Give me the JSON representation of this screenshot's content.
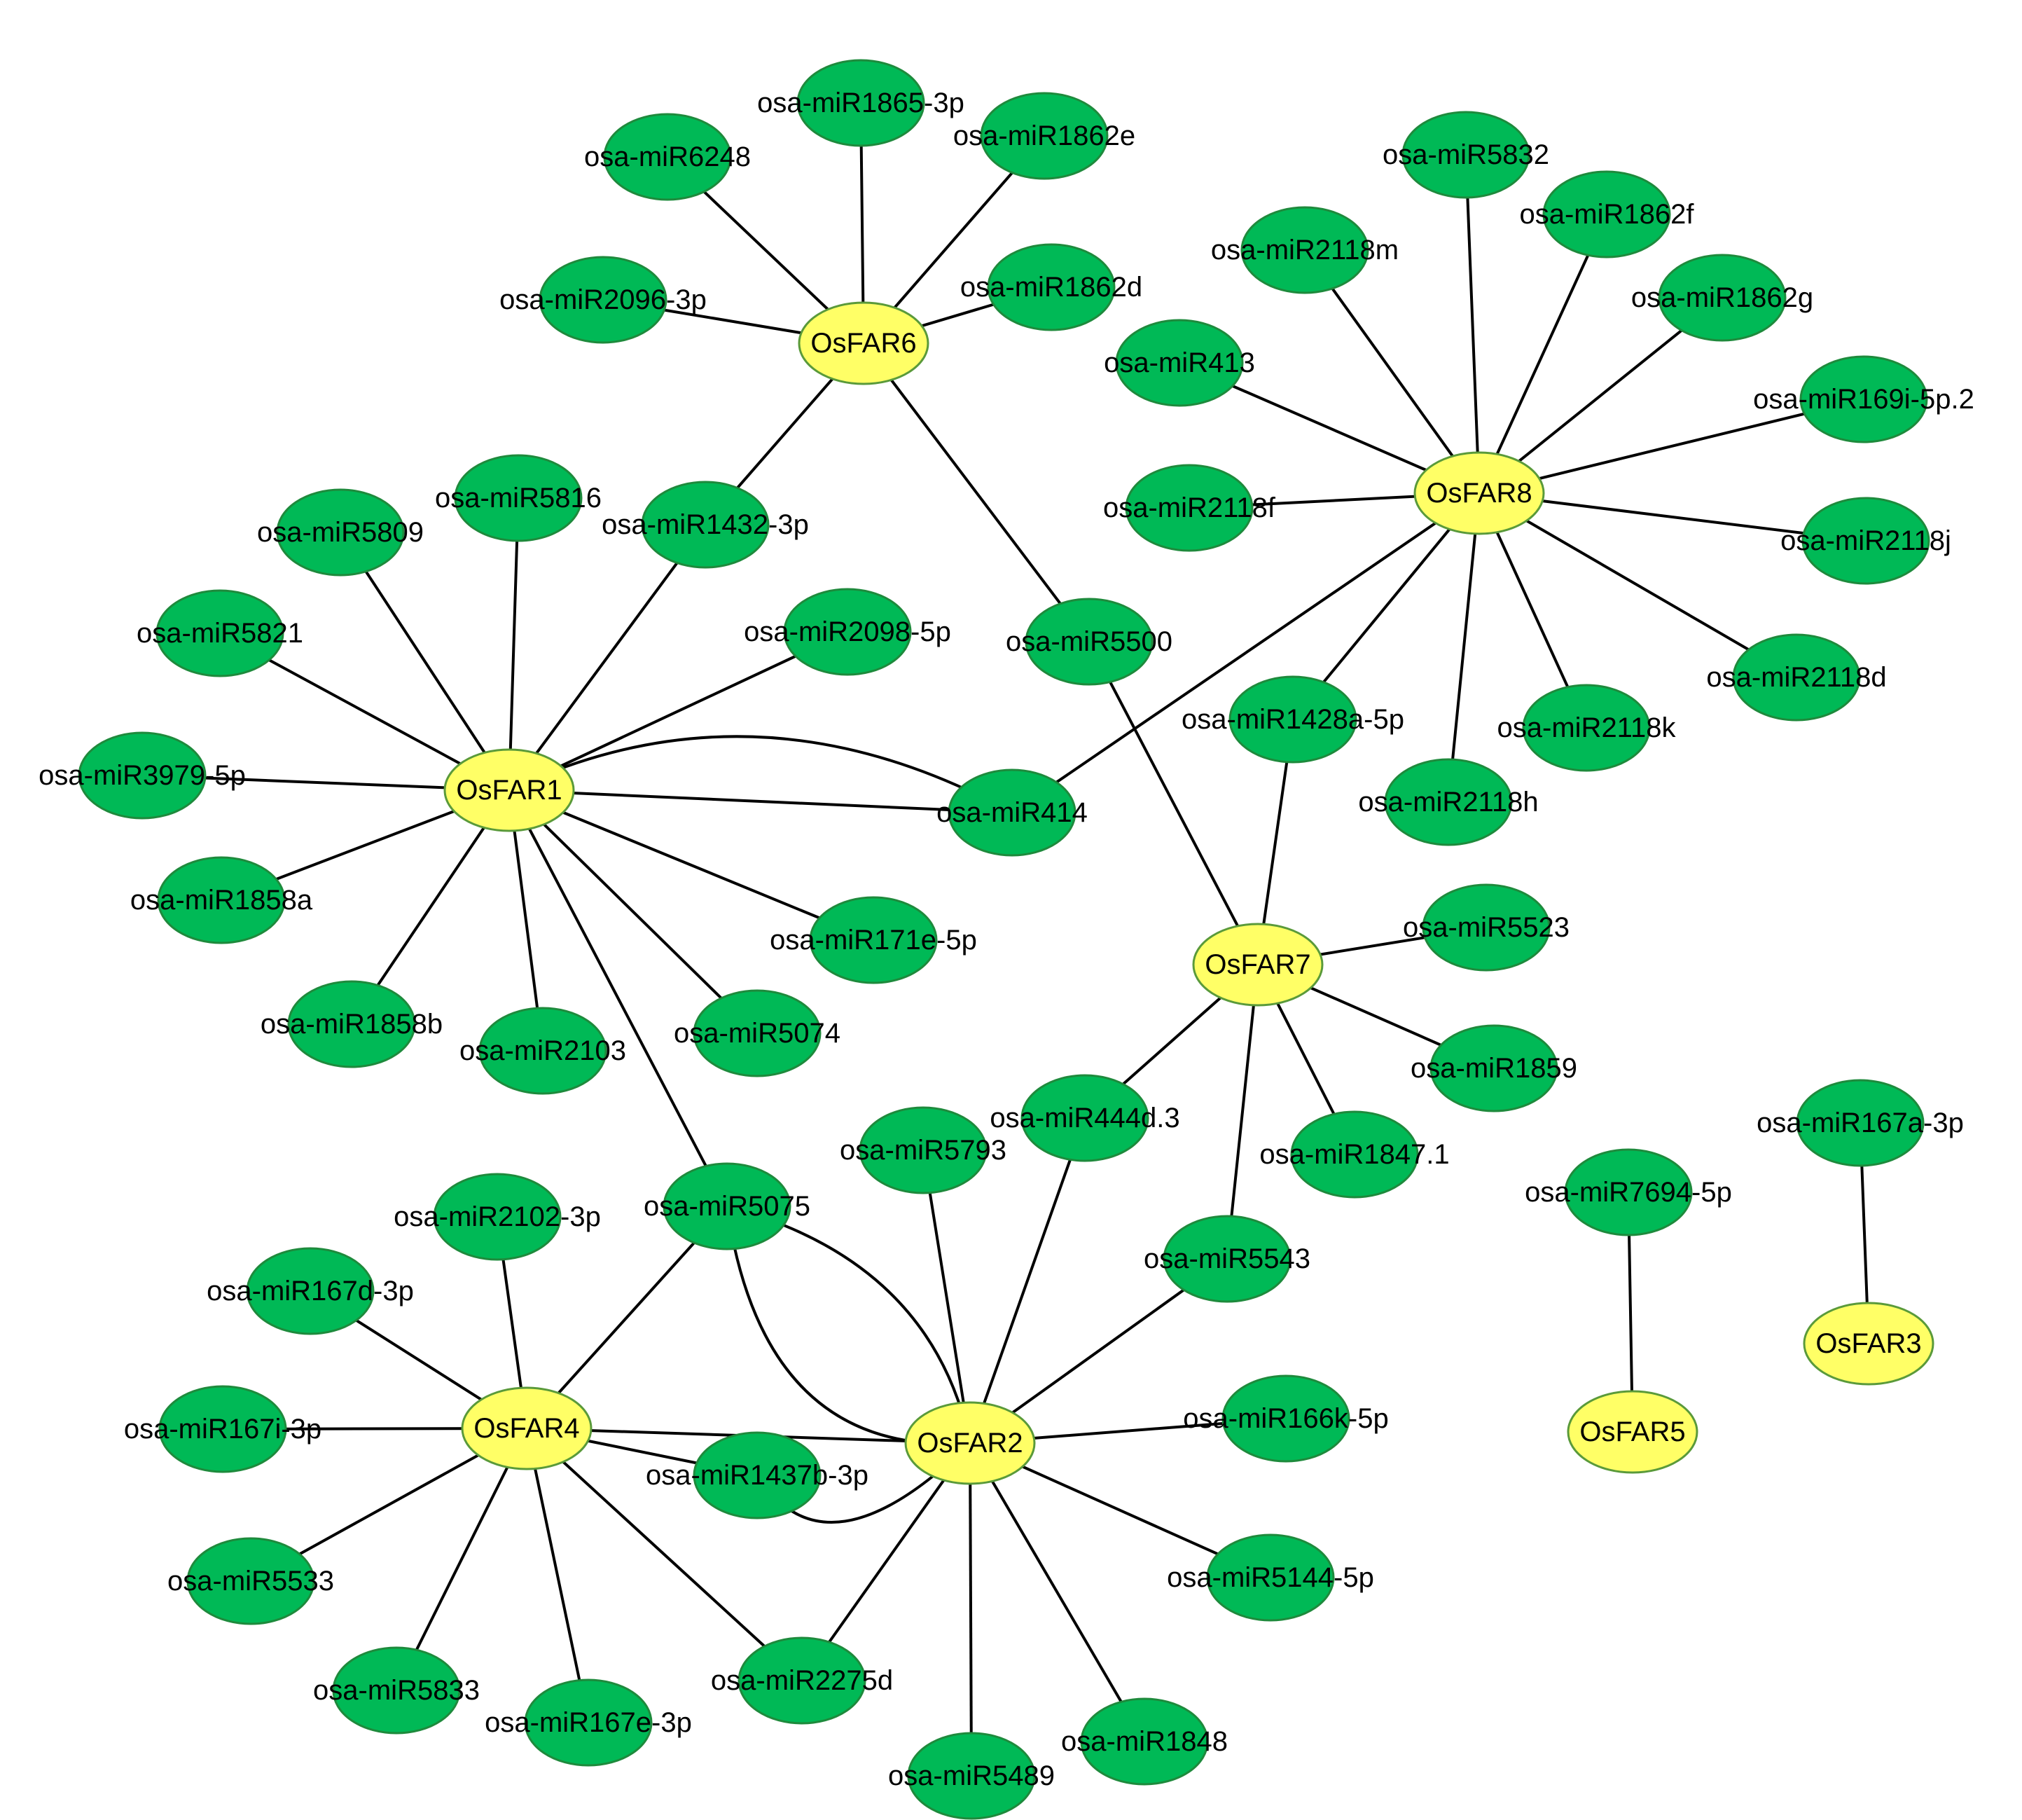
{
  "colors": {
    "gene_fill": "#FFFF66",
    "gene_stroke": "#5A9A3A",
    "mirna_fill": "#00B956",
    "mirna_stroke": "#1E8A3C",
    "edge": "#000000",
    "label": "#000000"
  },
  "nodes": [
    {
      "id": "OsFAR1",
      "label": "OsFAR1",
      "kind": "gene"
    },
    {
      "id": "OsFAR2",
      "label": "OsFAR2",
      "kind": "gene"
    },
    {
      "id": "OsFAR3",
      "label": "OsFAR3",
      "kind": "gene"
    },
    {
      "id": "OsFAR4",
      "label": "OsFAR4",
      "kind": "gene"
    },
    {
      "id": "OsFAR5",
      "label": "OsFAR5",
      "kind": "gene"
    },
    {
      "id": "OsFAR6",
      "label": "OsFAR6",
      "kind": "gene"
    },
    {
      "id": "OsFAR7",
      "label": "OsFAR7",
      "kind": "gene"
    },
    {
      "id": "OsFAR8",
      "label": "OsFAR8",
      "kind": "gene"
    },
    {
      "id": "m1865_3p",
      "label": "osa-miR1865-3p",
      "kind": "mirna"
    },
    {
      "id": "m1862e",
      "label": "osa-miR1862e",
      "kind": "mirna"
    },
    {
      "id": "m6248",
      "label": "osa-miR6248",
      "kind": "mirna"
    },
    {
      "id": "m2096_3p",
      "label": "osa-miR2096-3p",
      "kind": "mirna"
    },
    {
      "id": "m1862d",
      "label": "osa-miR1862d",
      "kind": "mirna"
    },
    {
      "id": "m1432_3p",
      "label": "osa-miR1432-3p",
      "kind": "mirna"
    },
    {
      "id": "m5500",
      "label": "osa-miR5500",
      "kind": "mirna"
    },
    {
      "id": "m5832",
      "label": "osa-miR5832",
      "kind": "mirna"
    },
    {
      "id": "m1862f",
      "label": "osa-miR1862f",
      "kind": "mirna"
    },
    {
      "id": "m2118m",
      "label": "osa-miR2118m",
      "kind": "mirna"
    },
    {
      "id": "m1862g",
      "label": "osa-miR1862g",
      "kind": "mirna"
    },
    {
      "id": "m413",
      "label": "osa-miR413",
      "kind": "mirna"
    },
    {
      "id": "m169i",
      "label": "osa-miR169i-5p.2",
      "kind": "mirna"
    },
    {
      "id": "m2118f",
      "label": "osa-miR2118f",
      "kind": "mirna"
    },
    {
      "id": "m2118j",
      "label": "osa-miR2118j",
      "kind": "mirna"
    },
    {
      "id": "m2118d",
      "label": "osa-miR2118d",
      "kind": "mirna"
    },
    {
      "id": "m2118k",
      "label": "osa-miR2118k",
      "kind": "mirna"
    },
    {
      "id": "m1428a",
      "label": "osa-miR1428a-5p",
      "kind": "mirna"
    },
    {
      "id": "m2118h",
      "label": "osa-miR2118h",
      "kind": "mirna"
    },
    {
      "id": "m5816",
      "label": "osa-miR5816",
      "kind": "mirna"
    },
    {
      "id": "m5809",
      "label": "osa-miR5809",
      "kind": "mirna"
    },
    {
      "id": "m5821",
      "label": "osa-miR5821",
      "kind": "mirna"
    },
    {
      "id": "m2098_5p",
      "label": "osa-miR2098-5p",
      "kind": "mirna"
    },
    {
      "id": "m3979_5p",
      "label": "osa-miR3979-5p",
      "kind": "mirna"
    },
    {
      "id": "m414",
      "label": "osa-miR414",
      "kind": "mirna"
    },
    {
      "id": "m1858a",
      "label": "osa-miR1858a",
      "kind": "mirna"
    },
    {
      "id": "m171e",
      "label": "osa-miR171e-5p",
      "kind": "mirna"
    },
    {
      "id": "m1858b",
      "label": "osa-miR1858b",
      "kind": "mirna"
    },
    {
      "id": "m2103",
      "label": "osa-miR2103",
      "kind": "mirna"
    },
    {
      "id": "m5074",
      "label": "osa-miR5074",
      "kind": "mirna"
    },
    {
      "id": "m5523",
      "label": "osa-miR5523",
      "kind": "mirna"
    },
    {
      "id": "m1859",
      "label": "osa-miR1859",
      "kind": "mirna"
    },
    {
      "id": "m444d",
      "label": "osa-miR444d.3",
      "kind": "mirna"
    },
    {
      "id": "m1847",
      "label": "osa-miR1847.1",
      "kind": "mirna"
    },
    {
      "id": "m167a",
      "label": "osa-miR167a-3p",
      "kind": "mirna"
    },
    {
      "id": "m5793",
      "label": "osa-miR5793",
      "kind": "mirna"
    },
    {
      "id": "m7694",
      "label": "osa-miR7694-5p",
      "kind": "mirna"
    },
    {
      "id": "m5075",
      "label": "osa-miR5075",
      "kind": "mirna"
    },
    {
      "id": "m2102",
      "label": "osa-miR2102-3p",
      "kind": "mirna"
    },
    {
      "id": "m5543",
      "label": "osa-miR5543",
      "kind": "mirna"
    },
    {
      "id": "m167d",
      "label": "osa-miR167d-3p",
      "kind": "mirna"
    },
    {
      "id": "m167i",
      "label": "osa-miR167i-3p",
      "kind": "mirna"
    },
    {
      "id": "m166k",
      "label": "osa-miR166k-5p",
      "kind": "mirna"
    },
    {
      "id": "m1437b",
      "label": "osa-miR1437b-3p",
      "kind": "mirna"
    },
    {
      "id": "m5144",
      "label": "osa-miR5144-5p",
      "kind": "mirna"
    },
    {
      "id": "m5533",
      "label": "osa-miR5533",
      "kind": "mirna"
    },
    {
      "id": "m5833",
      "label": "osa-miR5833",
      "kind": "mirna"
    },
    {
      "id": "m2275d",
      "label": "osa-miR2275d",
      "kind": "mirna"
    },
    {
      "id": "m167e",
      "label": "osa-miR167e-3p",
      "kind": "mirna"
    },
    {
      "id": "m5489",
      "label": "osa-miR5489",
      "kind": "mirna"
    },
    {
      "id": "m1848",
      "label": "osa-miR1848",
      "kind": "mirna"
    }
  ],
  "edges": [
    {
      "from": "OsFAR6",
      "to": "m1865_3p"
    },
    {
      "from": "OsFAR6",
      "to": "m1862e"
    },
    {
      "from": "OsFAR6",
      "to": "m6248"
    },
    {
      "from": "OsFAR6",
      "to": "m2096_3p"
    },
    {
      "from": "OsFAR6",
      "to": "m1862d"
    },
    {
      "from": "OsFAR6",
      "to": "m1432_3p"
    },
    {
      "from": "OsFAR6",
      "to": "m5500"
    },
    {
      "from": "OsFAR8",
      "to": "m5832"
    },
    {
      "from": "OsFAR8",
      "to": "m1862f"
    },
    {
      "from": "OsFAR8",
      "to": "m2118m"
    },
    {
      "from": "OsFAR8",
      "to": "m1862g"
    },
    {
      "from": "OsFAR8",
      "to": "m413"
    },
    {
      "from": "OsFAR8",
      "to": "m169i"
    },
    {
      "from": "OsFAR8",
      "to": "m2118f"
    },
    {
      "from": "OsFAR8",
      "to": "m2118j"
    },
    {
      "from": "OsFAR8",
      "to": "m2118d"
    },
    {
      "from": "OsFAR8",
      "to": "m2118k"
    },
    {
      "from": "OsFAR8",
      "to": "m1428a"
    },
    {
      "from": "OsFAR8",
      "to": "m2118h"
    },
    {
      "from": "OsFAR8",
      "to": "m414"
    },
    {
      "from": "OsFAR1",
      "to": "m1432_3p"
    },
    {
      "from": "OsFAR1",
      "to": "m5816"
    },
    {
      "from": "OsFAR1",
      "to": "m5809"
    },
    {
      "from": "OsFAR1",
      "to": "m5821"
    },
    {
      "from": "OsFAR1",
      "to": "m2098_5p"
    },
    {
      "from": "OsFAR1",
      "to": "m3979_5p"
    },
    {
      "from": "OsFAR1",
      "to": "m414"
    },
    {
      "from": "OsFAR1",
      "to": "m414",
      "curved": true
    },
    {
      "from": "OsFAR1",
      "to": "m1858a"
    },
    {
      "from": "OsFAR1",
      "to": "m171e"
    },
    {
      "from": "OsFAR1",
      "to": "m1858b"
    },
    {
      "from": "OsFAR1",
      "to": "m2103"
    },
    {
      "from": "OsFAR1",
      "to": "m5074"
    },
    {
      "from": "OsFAR1",
      "to": "m5075"
    },
    {
      "from": "OsFAR7",
      "to": "m5500"
    },
    {
      "from": "OsFAR7",
      "to": "m1428a"
    },
    {
      "from": "OsFAR7",
      "to": "m5523"
    },
    {
      "from": "OsFAR7",
      "to": "m1859"
    },
    {
      "from": "OsFAR7",
      "to": "m1847"
    },
    {
      "from": "OsFAR7",
      "to": "m444d"
    },
    {
      "from": "OsFAR7",
      "to": "m5543"
    },
    {
      "from": "OsFAR2",
      "to": "m444d"
    },
    {
      "from": "OsFAR2",
      "to": "m5793"
    },
    {
      "from": "OsFAR2",
      "to": "m5075",
      "curved": true
    },
    {
      "from": "OsFAR2",
      "to": "m5075",
      "curved": true
    },
    {
      "from": "OsFAR2",
      "to": "m5543"
    },
    {
      "from": "OsFAR2",
      "to": "m166k"
    },
    {
      "from": "OsFAR2",
      "to": "m5144"
    },
    {
      "from": "OsFAR2",
      "to": "m1848"
    },
    {
      "from": "OsFAR2",
      "to": "m5489"
    },
    {
      "from": "OsFAR2",
      "to": "m2275d"
    },
    {
      "from": "OsFAR2",
      "to": "m1437b",
      "curved": true
    },
    {
      "from": "OsFAR4",
      "to": "m5075"
    },
    {
      "from": "OsFAR4",
      "to": "m2102"
    },
    {
      "from": "OsFAR4",
      "to": "m167d"
    },
    {
      "from": "OsFAR4",
      "to": "m167i"
    },
    {
      "from": "OsFAR4",
      "to": "m5533"
    },
    {
      "from": "OsFAR4",
      "to": "m5833"
    },
    {
      "from": "OsFAR4",
      "to": "m167e"
    },
    {
      "from": "OsFAR4",
      "to": "m2275d"
    },
    {
      "from": "OsFAR4",
      "to": "m1437b"
    },
    {
      "from": "OsFAR4",
      "to": "OsFAR2"
    },
    {
      "from": "OsFAR5",
      "to": "m7694"
    },
    {
      "from": "OsFAR3",
      "to": "m167a"
    }
  ]
}
